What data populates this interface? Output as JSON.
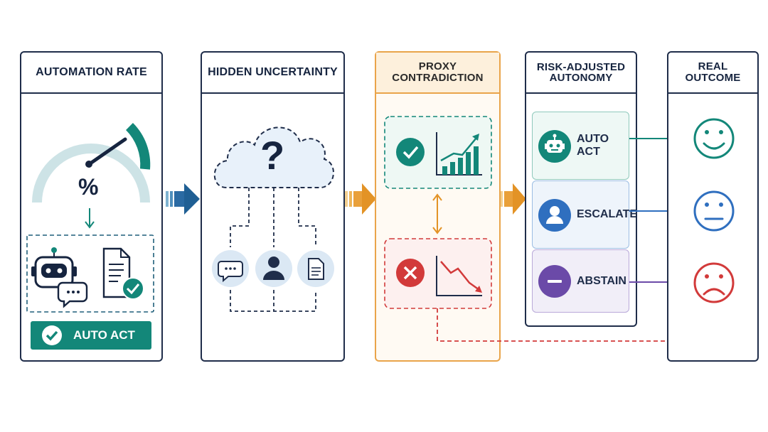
{
  "panels": {
    "automation_rate": {
      "title": "AUTOMATION RATE",
      "gauge_symbol": "%",
      "badge_label": "AUTO ACT"
    },
    "hidden_uncertainty": {
      "title": "HIDDEN UNCERTAINTY",
      "cloud_symbol": "?"
    },
    "proxy_contradiction": {
      "title": "PROXY CONTRADICTION"
    },
    "risk_adjusted_autonomy": {
      "title_line1": "RISK-ADJUSTED",
      "title_line2": "AUTONOMY",
      "options": [
        {
          "label": "AUTO ACT",
          "icon": "robot-icon",
          "color": "#138779"
        },
        {
          "label": "ESCALATE",
          "icon": "person-icon",
          "color": "#2f6fbf"
        },
        {
          "label": "ABSTAIN",
          "icon": "minus-icon",
          "color": "#6b4aa8"
        }
      ]
    },
    "real_outcome": {
      "title": "REAL OUTCOME",
      "faces": [
        {
          "icon": "happy-face-icon",
          "color": "#138779"
        },
        {
          "icon": "neutral-face-icon",
          "color": "#2f6fbf"
        },
        {
          "icon": "sad-face-icon",
          "color": "#d23a3a"
        }
      ]
    }
  },
  "colors": {
    "navy": "#1f2d4a",
    "teal": "#138779",
    "blue": "#2f6fbf",
    "purple": "#6b4aa8",
    "red": "#d23a3a",
    "orange": "#e9a44a"
  }
}
